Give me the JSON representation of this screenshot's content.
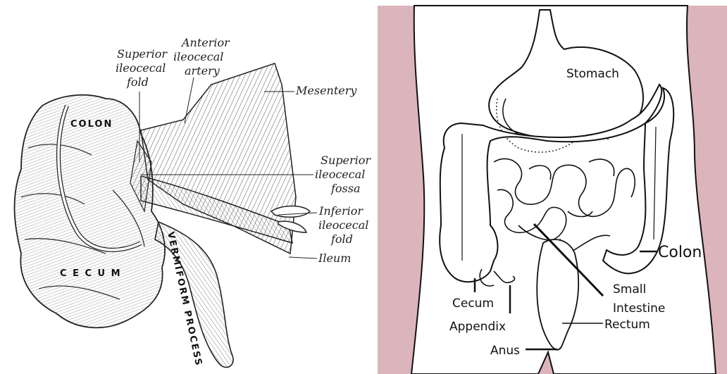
{
  "left_diagram": {
    "labels": {
      "anterior_artery": [
        "Anterior",
        "ileocecal",
        "artery"
      ],
      "superior_fold": [
        "Superior",
        "ileocecal",
        "fold"
      ],
      "mesentery": "Mesentery",
      "colon": "COLON",
      "superior_fossa": [
        "Superior",
        "ileocecal",
        "fossa"
      ],
      "inferior_fold": [
        "Inferior",
        "ileocecal",
        "fold"
      ],
      "ileum": "Ileum",
      "cecum": "C E C U M",
      "vermiform": "VERMIFORM PROCESS"
    }
  },
  "right_diagram": {
    "colors": {
      "skin": "#dcb4bc",
      "body": "#ffffff",
      "outline": "#111111"
    },
    "labels": {
      "stomach": "Stomach",
      "colon": "Colon",
      "small_intestine": [
        "Small",
        "Intestine"
      ],
      "cecum": "Cecum",
      "rectum": "Rectum",
      "appendix": "Appendix",
      "anus": "Anus"
    }
  }
}
